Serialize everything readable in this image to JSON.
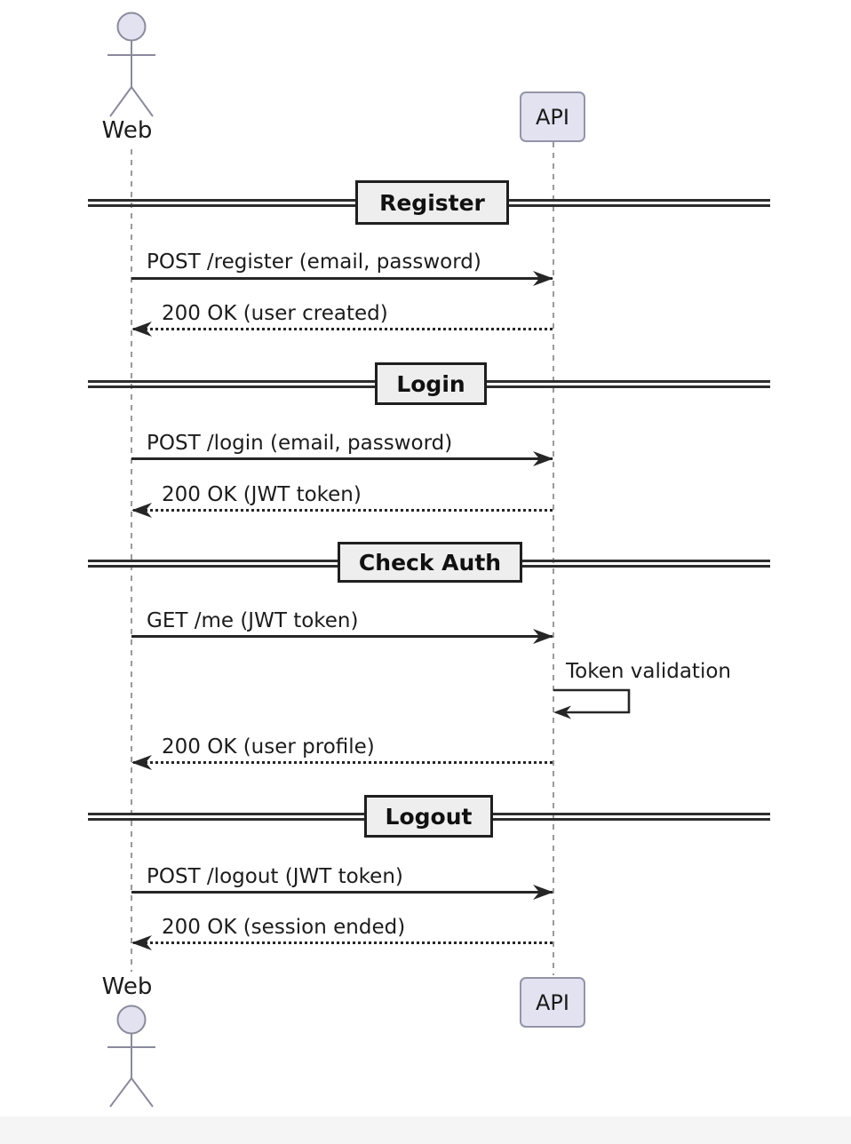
{
  "diagram_type": "uml-sequence",
  "colors": {
    "background": "#ffffff",
    "participant_fill": "#e2e2f0",
    "participant_border": "#9494a8",
    "divider_fill": "#eeeeee",
    "divider_border": "#1f1f1f",
    "message_line": "#262626",
    "lifeline": "#9a9a9a",
    "text": "#1c1c1c"
  },
  "participants": {
    "web": {
      "label": "Web",
      "type": "actor"
    },
    "api": {
      "label": "API",
      "type": "participant"
    }
  },
  "sections": [
    {
      "title": "Register",
      "messages": [
        {
          "label": "POST /register (email, password)",
          "from": "Web",
          "to": "API",
          "style": "solid"
        },
        {
          "label": "200 OK (user created)",
          "from": "API",
          "to": "Web",
          "style": "dotted"
        }
      ]
    },
    {
      "title": "Login",
      "messages": [
        {
          "label": "POST /login (email, password)",
          "from": "Web",
          "to": "API",
          "style": "solid"
        },
        {
          "label": "200 OK (JWT token)",
          "from": "API",
          "to": "Web",
          "style": "dotted"
        }
      ]
    },
    {
      "title": "Check Auth",
      "messages": [
        {
          "label": "GET /me (JWT token)",
          "from": "Web",
          "to": "API",
          "style": "solid"
        },
        {
          "label": "Token validation",
          "from": "API",
          "to": "API",
          "style": "self"
        },
        {
          "label": "200 OK (user profile)",
          "from": "API",
          "to": "Web",
          "style": "dotted"
        }
      ]
    },
    {
      "title": "Logout",
      "messages": [
        {
          "label": "POST /logout (JWT token)",
          "from": "Web",
          "to": "API",
          "style": "solid"
        },
        {
          "label": "200 OK (session ended)",
          "from": "API",
          "to": "Web",
          "style": "dotted"
        }
      ]
    }
  ]
}
